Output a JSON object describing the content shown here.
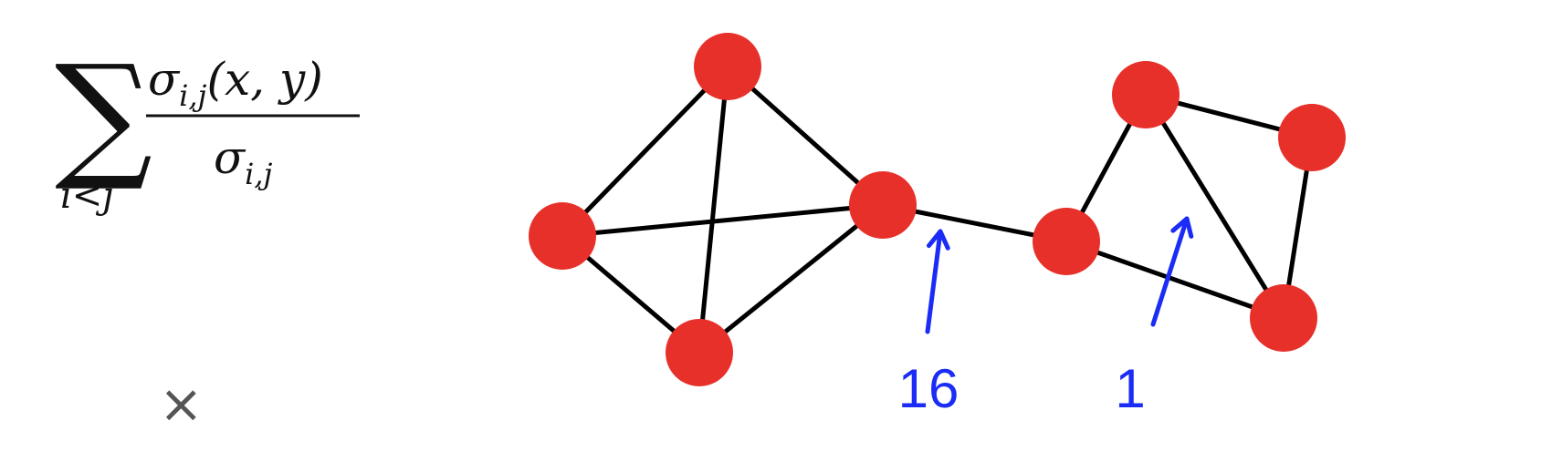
{
  "formula": {
    "sum_symbol": "∑",
    "sum_index": "i<j",
    "numerator": "σi,j(x, y)",
    "numerator_parts": {
      "sigma": "σ",
      "subscript": "i,j",
      "args": "(x, y)"
    },
    "denominator": "σi,j",
    "denominator_parts": {
      "sigma": "σ",
      "subscript": "i,j"
    }
  },
  "close_button": {
    "glyph": "×"
  },
  "graph": {
    "node_color": "#e8302a",
    "edge_color": "#000000",
    "arrow_color": "#1a2cf5",
    "nodes": [
      {
        "id": "top"
      },
      {
        "id": "left"
      },
      {
        "id": "bottom"
      },
      {
        "id": "center"
      },
      {
        "id": "bridge"
      },
      {
        "id": "right-top"
      },
      {
        "id": "far-right"
      },
      {
        "id": "right-bottom"
      }
    ],
    "edges": [
      [
        "top",
        "left"
      ],
      [
        "top",
        "bottom"
      ],
      [
        "top",
        "center"
      ],
      [
        "left",
        "center"
      ],
      [
        "left",
        "bottom"
      ],
      [
        "bottom",
        "center"
      ],
      [
        "center",
        "bridge"
      ],
      [
        "bridge",
        "right-top"
      ],
      [
        "bridge",
        "right-bottom"
      ],
      [
        "right-top",
        "far-right"
      ],
      [
        "right-top",
        "right-bottom"
      ],
      [
        "far-right",
        "right-bottom"
      ]
    ],
    "annotations": [
      {
        "label": "16",
        "target_edge": [
          "center",
          "bridge"
        ]
      },
      {
        "label": "1",
        "target_edge": [
          "bridge",
          "right-bottom"
        ]
      }
    ]
  }
}
